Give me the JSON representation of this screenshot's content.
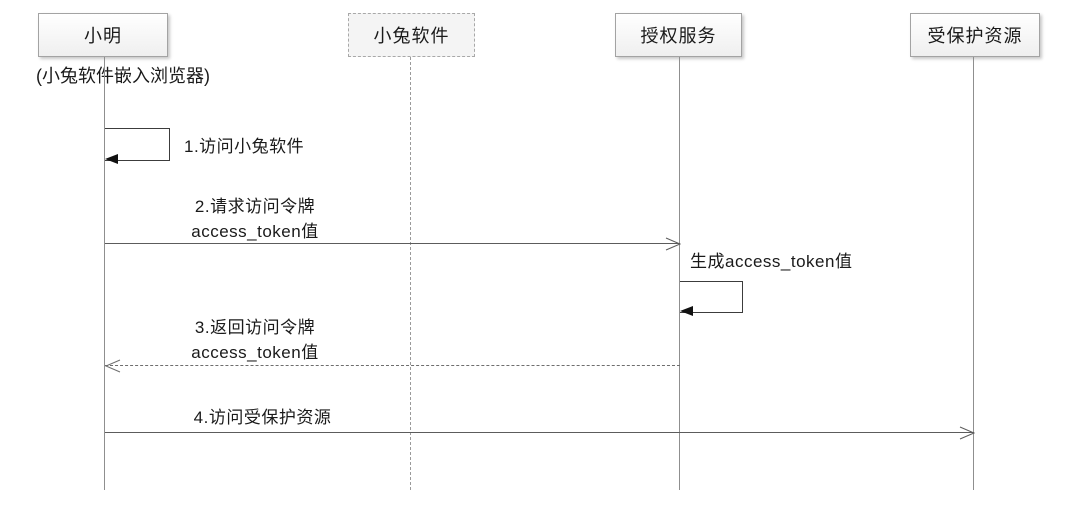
{
  "diagram": {
    "type": "sequence-diagram",
    "participants": [
      {
        "name": "小明",
        "box_style": "solid",
        "lifeline_style": "solid",
        "subtitle": "(小兔软件嵌入浏览器)"
      },
      {
        "name": "小兔软件",
        "box_style": "dashed",
        "lifeline_style": "dashed"
      },
      {
        "name": "授权服务",
        "box_style": "solid",
        "lifeline_style": "solid"
      },
      {
        "name": "受保护资源",
        "box_style": "solid",
        "lifeline_style": "solid"
      }
    ],
    "messages": [
      {
        "label": "1.访问小兔软件",
        "type": "self-message",
        "from": "小明",
        "to": "小明",
        "arrowhead": "filled"
      },
      {
        "label_line1": "2.请求访问令牌",
        "label_line2": "access_token值",
        "type": "solid-arrow",
        "from": "小明",
        "to": "授权服务",
        "arrowhead": "open"
      },
      {
        "label": "生成access_token值",
        "type": "self-message",
        "from": "授权服务",
        "to": "授权服务",
        "arrowhead": "filled"
      },
      {
        "label_line1": "3.返回访问令牌",
        "label_line2": "access_token值",
        "type": "dashed-arrow",
        "from": "授权服务",
        "to": "小明",
        "arrowhead": "open"
      },
      {
        "label": "4.访问受保护资源",
        "type": "solid-arrow",
        "from": "小明",
        "to": "受保护资源",
        "arrowhead": "open"
      }
    ],
    "colors": {
      "background": "#ffffff",
      "box_border": "#a3a3a3",
      "box_fill_top": "#ffffff",
      "box_fill_bottom": "#efefef",
      "lifeline": "#8f8f8f",
      "message_line": "#5c5c5c",
      "text": "#1a1a1a"
    }
  }
}
